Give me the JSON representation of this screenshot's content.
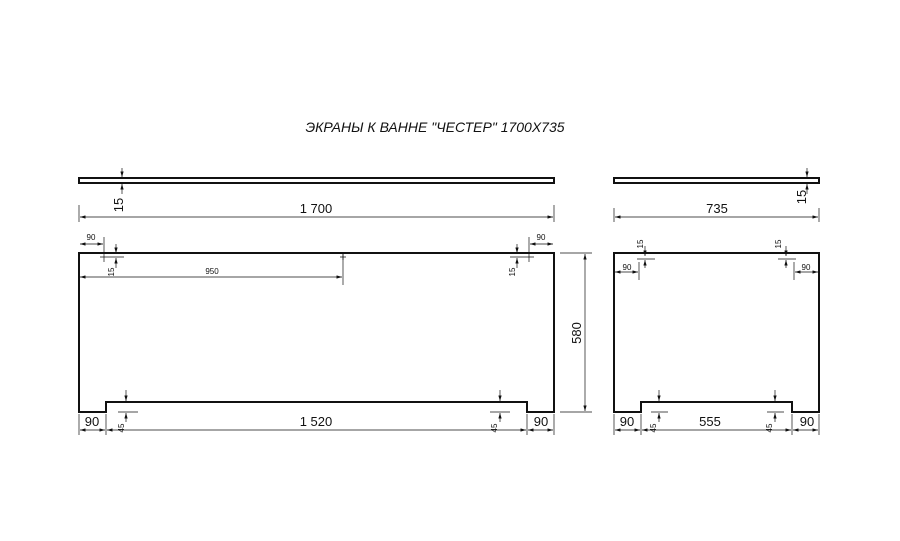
{
  "title": "ЭКРАНЫ  К ВАННЕ \"ЧЕСТЕР\" 1700Х735",
  "front": {
    "thickness": "15",
    "width": "1 700",
    "height": "580",
    "edge_left": "90",
    "edge_right": "90",
    "hole_offset_left": "15",
    "hole_offset_right": "15",
    "center": "950",
    "foot_left": "90",
    "foot_right": "90",
    "cutout": "1 520",
    "cutout_h_left": "45",
    "cutout_h_right": "45"
  },
  "side": {
    "thickness": "15",
    "width": "735",
    "hole_top_left": "15",
    "hole_top_right": "15",
    "edge_left": "90",
    "edge_right": "90",
    "foot_left": "90",
    "foot_right": "90",
    "cutout": "555",
    "cutout_h_left": "45",
    "cutout_h_right": "45"
  }
}
